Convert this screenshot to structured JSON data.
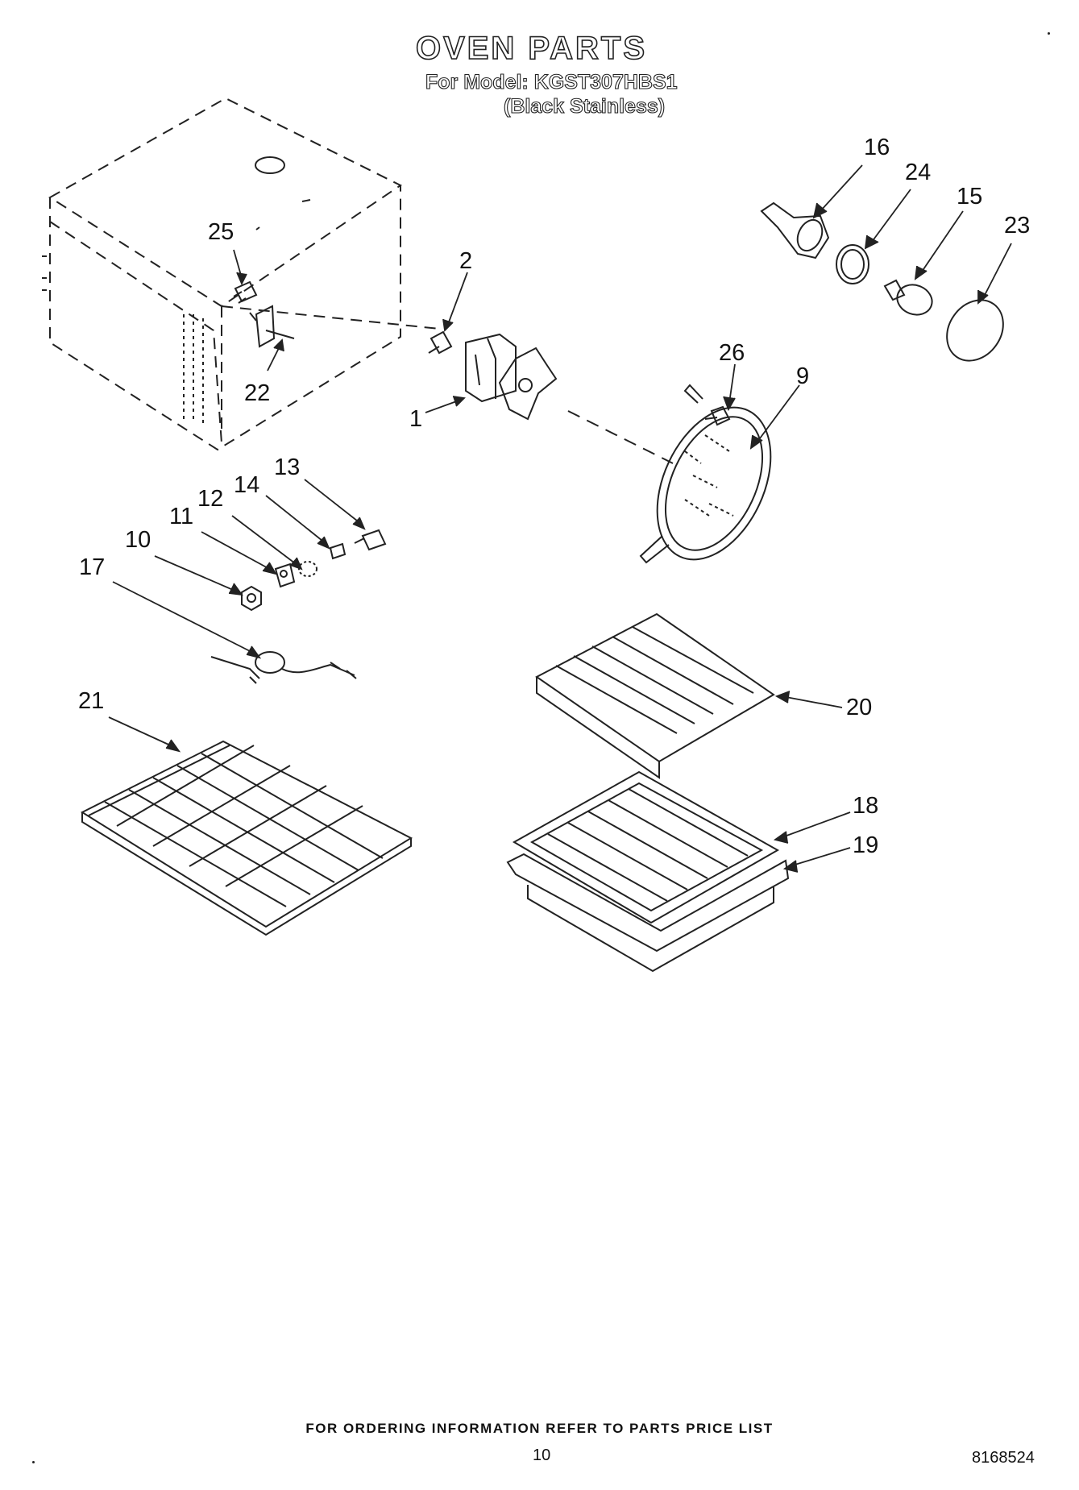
{
  "title": "OVEN PARTS",
  "model_line": "For Model: KGST307HBS1",
  "variant": "(Black Stainless)",
  "callouts": {
    "c1": "1",
    "c2": "2",
    "c9": "9",
    "c10": "10",
    "c11": "11",
    "c12": "12",
    "c13": "13",
    "c14": "14",
    "c15": "15",
    "c16": "16",
    "c17": "17",
    "c18": "18",
    "c19": "19",
    "c20": "20",
    "c21": "21",
    "c22": "22",
    "c23": "23",
    "c24": "24",
    "c25": "25",
    "c26": "26"
  },
  "footer": "FOR ORDERING INFORMATION REFER TO PARTS PRICE LIST",
  "page_number": "10",
  "document_number": "8168524"
}
